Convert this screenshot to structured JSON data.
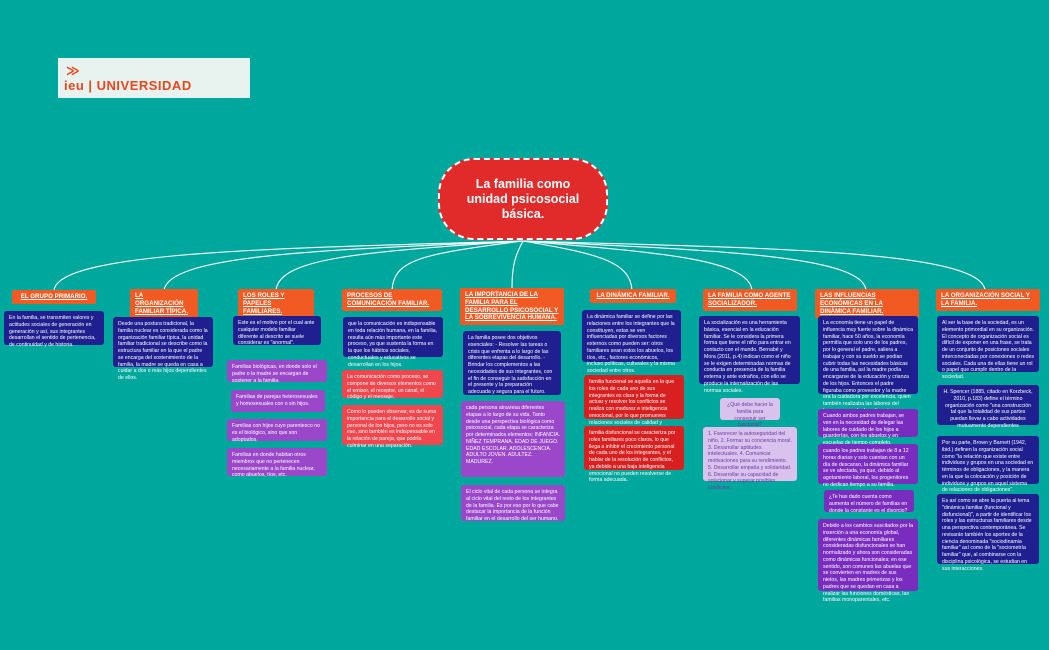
{
  "logo": {
    "brand": "ieu | UNIVERSIDAD",
    "mark": "≫"
  },
  "central": {
    "title": "La familia como unidad psicosocial básica."
  },
  "branches": [
    {
      "header": "EL GRUPO PRIMARIO.",
      "notes": [
        "En la familia, se transmiten valores y actitudes sociales de generación en generación y así, sus integrantes desarrollan el sentido de pertenencia, de continuidad y de historia."
      ]
    },
    {
      "header": "LA ORGANIZACIÓN FAMILIAR TÍPICA.",
      "notes": [
        "Desde una postura tradicional, la familia nuclear es considerada como la organización familiar típica, la unidad familiar tradicional se describe como la estructura familiar en la que el padre se encarga del sostenimiento de la familia, la madre se queda en casa a cuidar a dos o más hijos dependientes de ellos."
      ]
    },
    {
      "header": "LOS ROLES Y PAPELES FAMILIARES.",
      "notes": [
        "Este es el motivo por el cual ante cualquier modelo familiar diferente al descrito se suele considerar es \"anormal\".",
        "Familias biológicas, en donde solo el padre o la madre se encargan de sostener a la familia.",
        "Familias de parejas heterosexuales y homosexuales con o sin hijos.",
        "Familias con hijos cuyo parentesco no es el biológico, sino que son adoptados.",
        "Familias en donde habitan otros miembros que no pertenecen necesariamente a la familia nuclear, como abuelos, tíos, etc."
      ]
    },
    {
      "header": "PROCESOS DE COMUNICACIÓN FAMILIAR.",
      "notes": [
        "que la comunicación es indispensable en toda relación humana, en la familia, resulta aún más importante este proceso, ya que sustenta la forma en la que los hábitos sociales, conductuales y educativos se desarrollan en los hijos.",
        "La comunicación como proceso, se compone de diversos elementos como el emisor, el receptor, un canal, el código y el mensaje.",
        "Como lo pueden observar, es de suma importancia para el desarrollo social y personal de los hijos, pero no es solo eso, sino también es indispensable en la relación de pareja, que podría culminar en una separación."
      ]
    },
    {
      "header": "LA IMPORTANCIA DE LA FAMILIA PARA EL DESARROLLO PSICOSOCIAL Y LA SOBREVIVENCIA HUMANA.",
      "notes": [
        "La familia posee dos objetivos esenciales: - Resolver las tareas o crisis que enfrenta a lo largo de las diferentes etapas del desarrollo. - Brindar los complementos a las necesidades de sus integrantes, con el fin de conseguir la satisfacción en el presente y la preparación adecuada y segura para el futuro.",
        "cada persona atraviesa diferentes etapas a lo largo de su vida. Tanto desde una perspectiva biológica como psicosocial, cada etapa se caracteriza por determinados elementos: INFANCIA. NIÑEZ TEMPRANA. EDAD DE JUEGO. EDAD ESCOLAR. ADOLESCENCIA. ADULTO JOVEN. ADULTEZ. MADUREZ.",
        "El ciclo vital de cada persona se integra al ciclo vital del resto de los integrantes de la familia. Es por eso por lo que cabe destacar la importancia de la función familiar en el desarrollo del ser humano."
      ]
    },
    {
      "header": "LA DINÁMICA FAMILIAR.",
      "notes": [
        "La dinámica familiar se define por las relaciones entre los integrantes que la constituyen, estas se ven influenciadas por diversos factores externos como pueden ser: otros familiares sean estos los abuelos, los tíos, etc., factores económicos, incluso políticas, culturales y la misma sociedad entre otros.",
        "familia funcional se aquella en la que los roles de cada uno de sus integrantes es clara y la forma de actuar y resolver los conflictos se realiza con madurez e inteligencia emocional, por lo que promueves relaciones sociales de calidad y respeto.",
        "familia disfuncional se caracteriza por roles familiares poco claros, lo que llega a inhibir el crecimiento personal de cada uno de los integrantes, y el hablar de la resolución de conflictos, ya debido a una baja inteligencia emocional no pueden resolverse de forma adecuada."
      ]
    },
    {
      "header": "LA FAMILIA COMO AGENTE SOCIALIZADOR.",
      "notes": [
        "La socialización es una herramienta básica, esencial en la educación familiar. Se le considera la primera forma que tiene el niño para entrar en contacto con el mundo. Bernabé y Mora (2011, p.4) indican como el niño se le exigen determinadas normas de conducta en presencia de la familia externa y ante extraños, con ello se produce la internalización de las normas sociales.",
        "¿Qué debe hacer la familia para conseguir ser funcional?",
        "1. Favorecer la autoseguridad del niño. 2. Formar su conciencia moral. 3. Desarrollar aptitudes intelectuales. 4. Comunicar motivaciones para su rendimiento. 5. Desarrollar empatía y solidaridad. 6. Desarrollar su capacidad de solucionar y superar posibles conflictos."
      ]
    },
    {
      "header": "LAS INFLUENCIAS ECONÓMICAS EN LA DINÁMICA FAMILIAR.",
      "notes": [
        "La economía tiene un papel de influencia muy fuerte sobre la dinámica familiar, hace 50 años, la economía permitía que solo uno de los padres, por lo general el padre, saliera a trabajar y con su sueldo se podían cubrir todas las necesidades básicas de una familia, así la madre podía encargarse de la educación y crianza de los hijos. Entonces el padre figuraba como proveedor y la madre era la cuidadora por excelencia, quien también realizaba las labores del hogar, preparaba los alimentos y procuraba la educación a sus hijos.",
        "Cuando ambos padres trabajan, se ven en la necesidad de delegar las labores de cuidado de los hijos a guarderías, con los abuelos y en escuelas de tiempo completo.",
        "cuando los padres trabajan de 8 a 12 horas diarias y solo cuentan con un día de descanso, la dinámica familiar se ve afectada, ya que, debido al agotamiento laboral, los progenitores no dedican tiempo a su familia.",
        "¿Te has dado cuenta como aumenta el número de familias en donde la constante es el divorcio?",
        "Debido a los cambios suscitados por la inserción a una economía global, diferentes dinámicas familiares consideradas disfuncionales se han normalizado y ahora son consideradas como dinámicas funcionales; en ese sentido, son comunes las abuelas que se convierten en madres de sus nietos, las madres primerizas y los padres que se quedan en casa a realizar las funciones domésticas, las familias monoparentales, etc."
      ]
    },
    {
      "header": "LA ORGANIZACIÓN SOCIAL Y LA FAMILIA.",
      "notes": [
        "Al ser la base de la sociedad, es un elemento primordial en su organización. El concepto de organización social es difícil de exponer en una frase, se trata de un conjunto de posiciones sociales interconectadas por conexiones o redes sociales. Cada una de ellas tiene un rol o papel que cumplir dentro de la sociedad.",
        "H. Spencer (1885, citado en Korzbeck, 2010, p.183) define el término organización como \"una construcción tal que la totalidad de sus partes puedan llevar a cabo actividades mutuamente dependientes",
        "Por su parte, Brown y Barnett (1942, ibid.) definen la organización social como \"la relación que existe entre individuos y grupos en una sociedad en términos de obligaciones, y la manera en la que la colocación y posición de individuos y grupos en aquel sistema de relaciones de obligaciones\".",
        "Es así como se abre la puerta al tema \"dinámica familiar (funcional y disfuncional)\", a partir de identificar los roles y las estructuras familiares desde una perspectiva contemporánea. Se revisarán también los aportes de la ciencia denominada \"sociodinamia familiar\" así como de la \"sociometría familiar\" que, al combinarse con la disciplina psicológica, se estudian en sus interacciones."
      ]
    }
  ]
}
